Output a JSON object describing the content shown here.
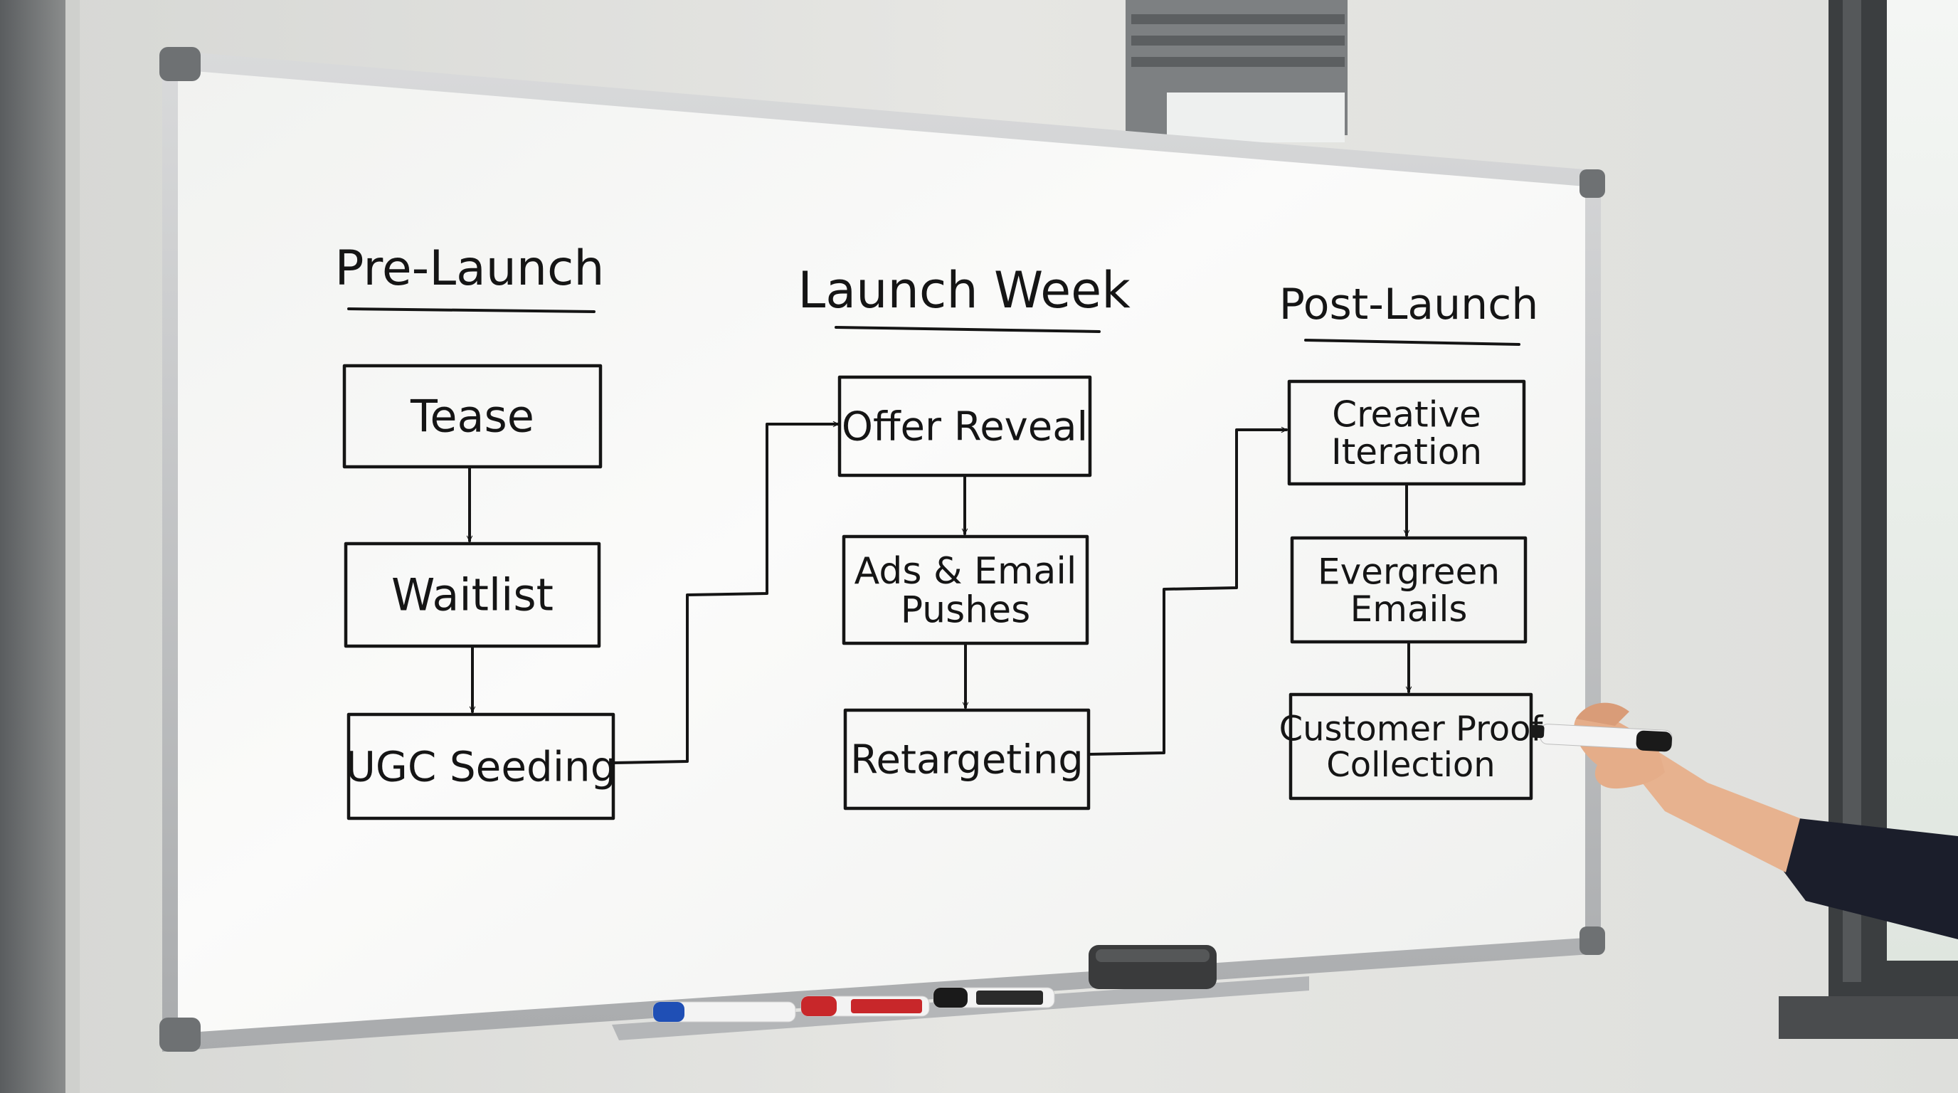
{
  "columns": [
    {
      "title": "Pre-Launch",
      "steps": [
        {
          "lines": [
            "Tease"
          ]
        },
        {
          "lines": [
            "Waitlist"
          ]
        },
        {
          "lines": [
            "UGC Seeding"
          ]
        }
      ]
    },
    {
      "title": "Launch Week",
      "steps": [
        {
          "lines": [
            "Offer Reveal"
          ]
        },
        {
          "lines": [
            "Ads & Email",
            "Pushes"
          ]
        },
        {
          "lines": [
            "Retargeting"
          ]
        }
      ]
    },
    {
      "title": "Post-Launch",
      "steps": [
        {
          "lines": [
            "Creative",
            "Iteration"
          ]
        },
        {
          "lines": [
            "Evergreen",
            "Emails"
          ]
        },
        {
          "lines": [
            "Customer Proof",
            "Collection"
          ]
        }
      ]
    }
  ],
  "connectors": [
    {
      "from": "UGC Seeding",
      "to": "Offer Reveal"
    },
    {
      "from": "Retargeting",
      "to": "Creative Iteration"
    }
  ],
  "colors": {
    "marker_ink": "#151515",
    "board_surface": "#f5f6f4",
    "wall": "#e3e3e0",
    "marker_blue_cap": "#1f4fb5",
    "marker_red_cap": "#c8272a",
    "marker_black_cap": "#1a1a1a",
    "sleeve": "#1b1e2b"
  },
  "props": [
    "whiteboard",
    "marker-tray",
    "eraser",
    "blue-marker",
    "red-marker",
    "black-marker",
    "hand-with-marker",
    "window"
  ]
}
